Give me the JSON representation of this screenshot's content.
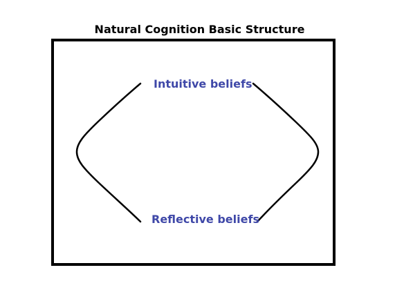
{
  "diagram": {
    "title": "Natural Cognition Basic Structure",
    "nodes": [
      {
        "id": "intuitive",
        "label": "Intuitive beliefs"
      },
      {
        "id": "reflective",
        "label": "Reflective beliefs"
      }
    ],
    "edges": [
      {
        "from": "intuitive",
        "to": "reflective",
        "style": "curved",
        "side": "left"
      },
      {
        "from": "intuitive",
        "to": "reflective",
        "style": "curved",
        "side": "right"
      }
    ]
  },
  "colors": {
    "label_text": "#3f48a8",
    "title_text": "#000000",
    "frame": "#000000",
    "connector": "#000000"
  }
}
